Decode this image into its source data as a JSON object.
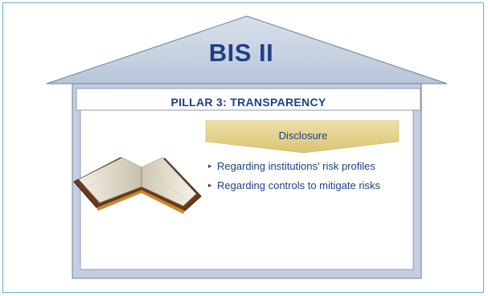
{
  "roof": {
    "title": "BIS II"
  },
  "pillar": {
    "title": "PILLAR 3:  TRANSPARENCY"
  },
  "disclosure": {
    "label": "Disclosure",
    "bullets": [
      "Regarding institutions' risk profiles",
      "Regarding controls to mitigate risks"
    ]
  },
  "colors": {
    "text": "#1f3f86",
    "house": "#c3cfe0",
    "banner": "#e2d186",
    "frame": "#5fb3c8"
  },
  "icons": {
    "book": "open-book-icon",
    "bullet": "triangle-right-icon"
  }
}
